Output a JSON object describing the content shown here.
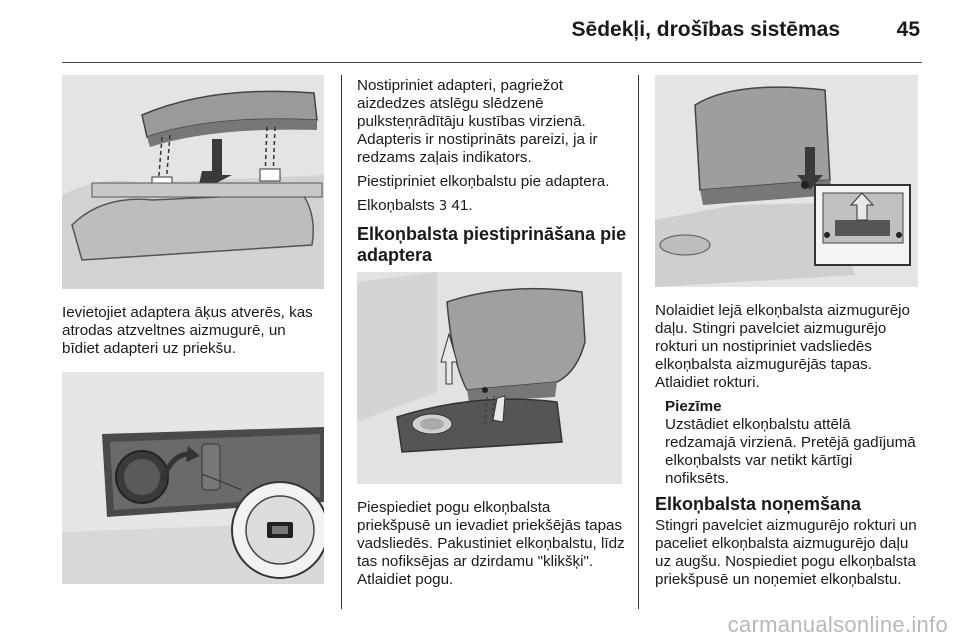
{
  "header": {
    "title": "Sēdekļi, drošības sistēmas",
    "page_number": "45"
  },
  "col1": {
    "text1": "Ievietojiet adaptera āķus atverēs, kas atrodas atzveltnes aizmugurē, un bīdiet adapteri uz priekšu."
  },
  "col2": {
    "text1": "Nostipriniet adapteri, pagriežot aizdedzes atslēgu slēdzenē pulksteņrādītāju kustības virzienā. Adapteris ir nostiprināts pareizi, ja ir redzams zaļais indikators.",
    "text2": "Piestipriniet elkoņbalstu pie adaptera.",
    "xref_prefix": "Elkoņbalsts",
    "xref_symbol": "3",
    "xref_page": "41.",
    "heading": "Elkoņbalsta piestiprināšana pie adaptera",
    "text3": "Piespiediet pogu elkoņbalsta priekšpusē un ievadiet priekšējās tapas vadsliedēs. Pakustiniet elkoņbalstu, līdz tas nofiksējas ar dzirdamu \"klikšķi\". Atlaidiet pogu."
  },
  "col3": {
    "text1": "Nolaidiet lejā elkoņbalsta aizmugurējo daļu. Stingri pavelciet aizmugurējo rokturi un nostipriniet vadsliedēs elkoņbalsta aizmugurējās tapas. Atlaidiet rokturi.",
    "note_title": "Piezīme",
    "note_text": "Uzstādiet elkoņbalstu attēlā redzamajā virzienā. Pretējā gadījumā elkoņbalsts var netikt kārtīgi nofiksēts.",
    "heading": "Elkoņbalsta noņemšana",
    "text2": "Stingri pavelciet aizmugurējo rokturi un paceliet elkoņbalsta aizmugurējo daļu uz augšu. Nospiediet pogu elkoņbalsta priekšpusē un noņemiet elkoņbalstu."
  },
  "watermark": "carmanualsonline.info",
  "colors": {
    "figure_bg": "#e6e6e6",
    "arrow_dark": "#3a3a3a",
    "arrow_light": "#e8e8e8"
  }
}
